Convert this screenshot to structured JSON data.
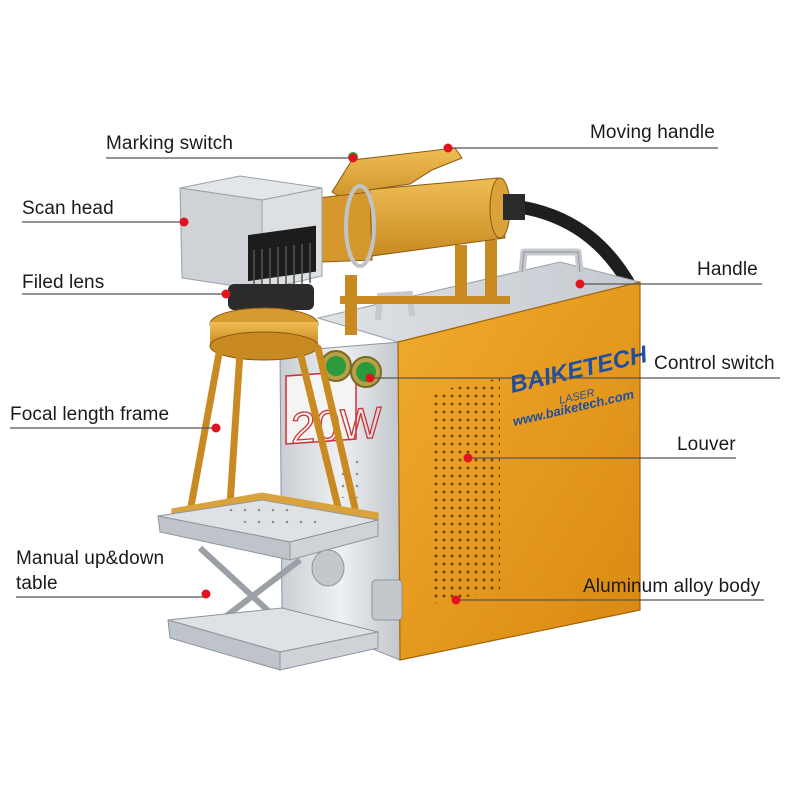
{
  "labels": {
    "marking_switch": "Marking switch",
    "moving_handle": "Moving handle",
    "scan_head": "Scan head",
    "handle": "Handle",
    "filed_lens": "Filed lens",
    "control_switch": "Control switch",
    "focal_length_frame": "Focal length frame",
    "louver": "Louver",
    "manual_table_line1": "Manual up&down",
    "manual_table_line2": "table",
    "aluminum_body": "Aluminum alloy body"
  },
  "brand": {
    "name": "BAIKETECH",
    "sub": "LASER",
    "url": "www.baiketech.com",
    "power": "20W"
  },
  "colors": {
    "marker": "#e0141e",
    "leader_line": "#555555",
    "body_orange": "#e79a1c",
    "frame_gold": "#d9a23a",
    "silver": "#d9dde2",
    "brand_blue": "#1f4fa0"
  }
}
